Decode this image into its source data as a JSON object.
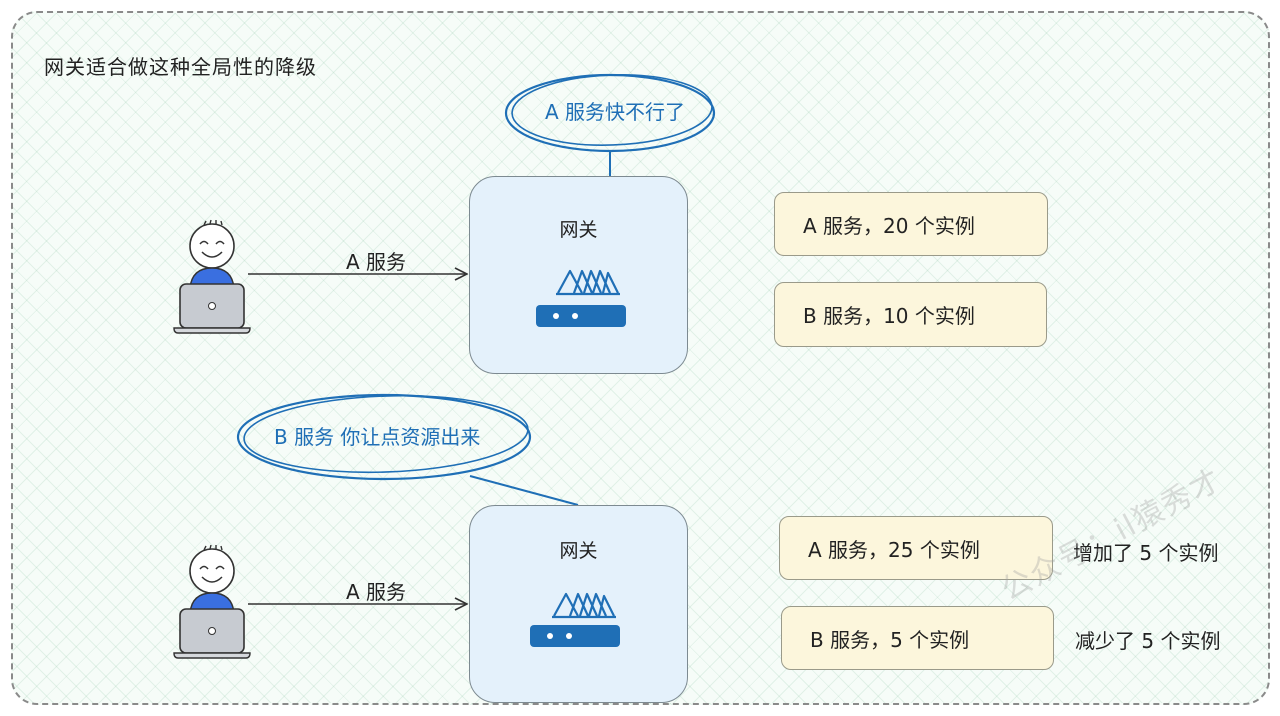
{
  "title": "网关适合做这种全局性的降级",
  "top_scene": {
    "bubble": "A 服务快不行了",
    "request_label": "A 服务",
    "gateway_label": "网关",
    "instances": [
      {
        "label": "A 服务，20 个实例"
      },
      {
        "label": "B 服务，10 个实例"
      }
    ]
  },
  "bottom_scene": {
    "bubble": "B 服务 你让点资源出来",
    "request_label": "A 服务",
    "gateway_label": "网关",
    "instances": [
      {
        "label": "A 服务，25 个实例",
        "note": "增加了 5 个实例"
      },
      {
        "label": "B 服务，5 个实例",
        "note": "减少了 5 个实例"
      }
    ]
  },
  "watermark": "公众号：il猿秀才",
  "colors": {
    "accent": "#1f6fb6",
    "gateway_fill": "#e4f1fb",
    "instance_fill": "#fcf6dc"
  },
  "icons": [
    "person-laptop-icon",
    "router-icon"
  ]
}
